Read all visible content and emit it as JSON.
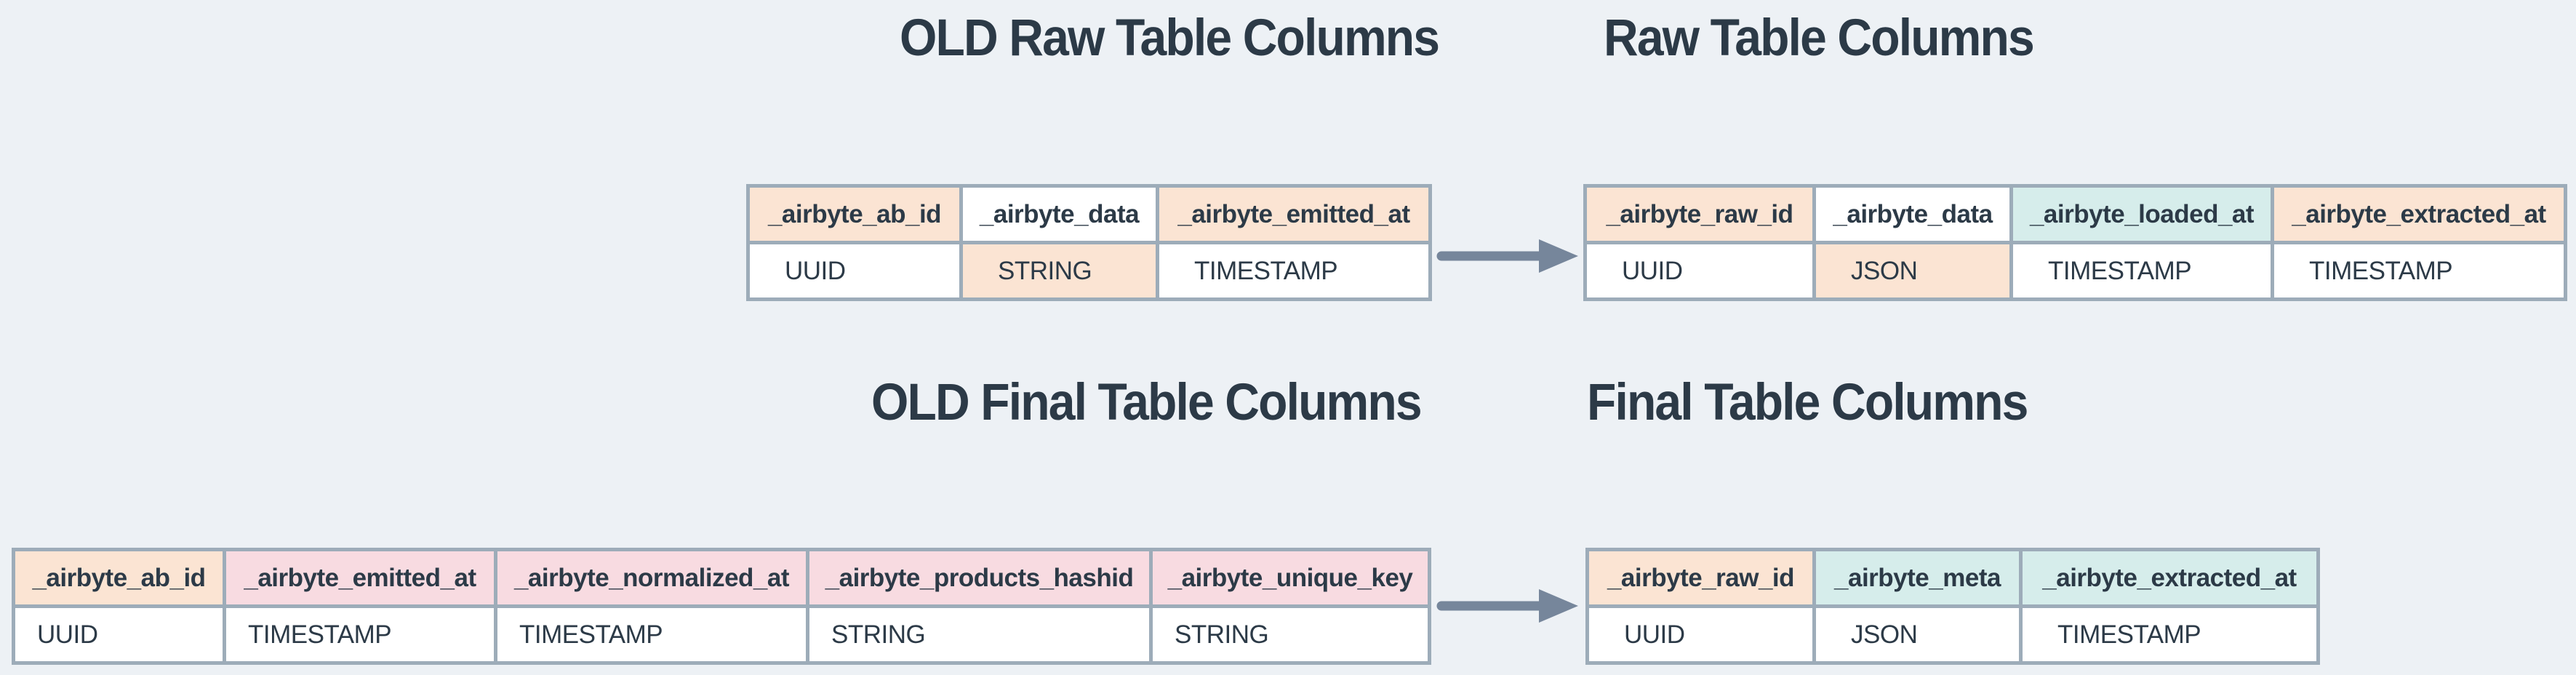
{
  "canvas": {
    "background_color": "#edf1f5",
    "border_color": "#9dacb9",
    "arrow_color": "#76869b",
    "text_color": "#2c3a47"
  },
  "colors": {
    "peach": "#fbe4d3",
    "pink": "#f8dbe1",
    "teal": "#d6edeb",
    "white": "#ffffff"
  },
  "sections": {
    "old_raw": {
      "title": "OLD Raw Table Columns",
      "columns": [
        {
          "name": "_airbyte_ab_id",
          "type": "UUID",
          "header_color": "peach",
          "cell_color": "white"
        },
        {
          "name": "_airbyte_data",
          "type": "STRING",
          "header_color": "white",
          "cell_color": "peach"
        },
        {
          "name": "_airbyte_emitted_at",
          "type": "TIMESTAMP",
          "header_color": "peach",
          "cell_color": "white"
        }
      ]
    },
    "new_raw": {
      "title": "Raw Table Columns",
      "columns": [
        {
          "name": "_airbyte_raw_id",
          "type": "UUID",
          "header_color": "peach",
          "cell_color": "white"
        },
        {
          "name": "_airbyte_data",
          "type": "JSON",
          "header_color": "white",
          "cell_color": "peach"
        },
        {
          "name": "_airbyte_loaded_at",
          "type": "TIMESTAMP",
          "header_color": "teal",
          "cell_color": "white"
        },
        {
          "name": "_airbyte_extracted_at",
          "type": "TIMESTAMP",
          "header_color": "peach",
          "cell_color": "white"
        }
      ]
    },
    "old_final": {
      "title": "OLD Final Table Columns",
      "columns": [
        {
          "name": "_airbyte_ab_id",
          "type": "UUID",
          "header_color": "peach",
          "cell_color": "white"
        },
        {
          "name": "_airbyte_emitted_at",
          "type": "TIMESTAMP",
          "header_color": "pink",
          "cell_color": "white"
        },
        {
          "name": "_airbyte_normalized_at",
          "type": "TIMESTAMP",
          "header_color": "pink",
          "cell_color": "white"
        },
        {
          "name": "_airbyte_products_hashid",
          "type": "STRING",
          "header_color": "pink",
          "cell_color": "white"
        },
        {
          "name": "_airbyte_unique_key",
          "type": "STRING",
          "header_color": "pink",
          "cell_color": "white"
        }
      ]
    },
    "new_final": {
      "title": "Final Table Columns",
      "columns": [
        {
          "name": "_airbyte_raw_id",
          "type": "UUID",
          "header_color": "peach",
          "cell_color": "white"
        },
        {
          "name": "_airbyte_meta",
          "type": "JSON",
          "header_color": "teal",
          "cell_color": "white"
        },
        {
          "name": "_airbyte_extracted_at",
          "type": "TIMESTAMP",
          "header_color": "teal",
          "cell_color": "white"
        }
      ]
    }
  }
}
